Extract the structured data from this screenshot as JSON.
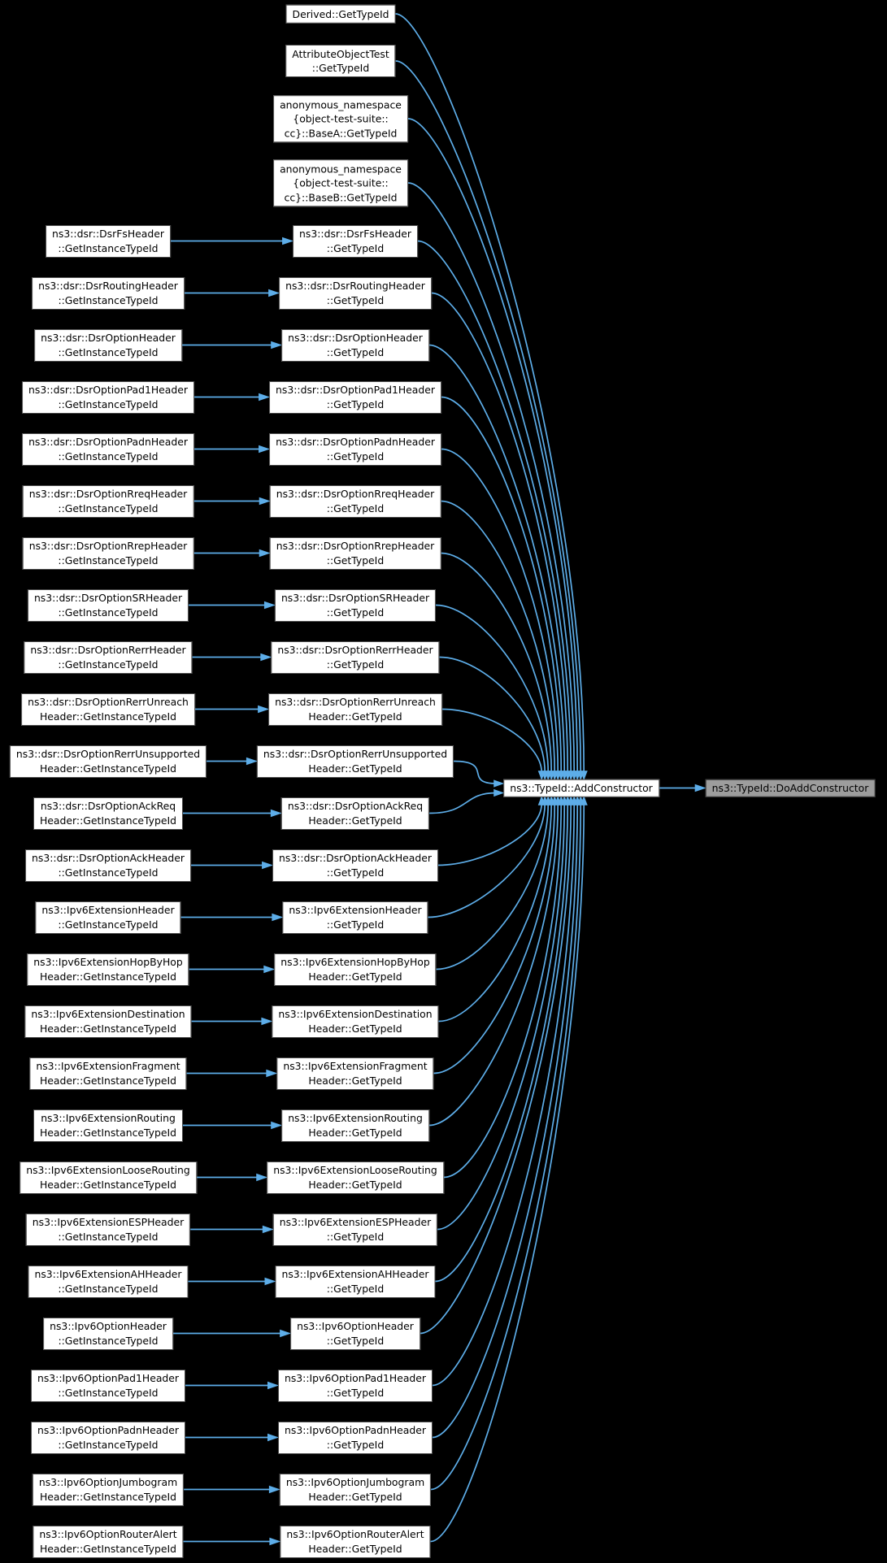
{
  "graph": {
    "colors": {
      "background": "#000000",
      "edge": "#5dade8",
      "node_fill": "#ffffff",
      "node_border": "#4b4b4b",
      "highlight_fill": "#9d9d9d",
      "text": "#000000"
    },
    "center_node": {
      "label": "ns3::TypeId::AddConstructor"
    },
    "target_node": {
      "label": "ns3::TypeId::DoAddConstructor"
    },
    "rows": [
      {
        "middle": "Derived::GetTypeId"
      },
      {
        "middle": "AttributeObjectTest\n::GetTypeId"
      },
      {
        "middle": "anonymous_namespace\n{object-test-suite::\ncc}::BaseA::GetTypeId"
      },
      {
        "middle": "anonymous_namespace\n{object-test-suite::\ncc}::BaseB::GetTypeId"
      },
      {
        "caller": "ns3::dsr::DsrFsHeader\n::GetInstanceTypeId",
        "middle": "ns3::dsr::DsrFsHeader\n::GetTypeId"
      },
      {
        "caller": "ns3::dsr::DsrRoutingHeader\n::GetInstanceTypeId",
        "middle": "ns3::dsr::DsrRoutingHeader\n::GetTypeId"
      },
      {
        "caller": "ns3::dsr::DsrOptionHeader\n::GetInstanceTypeId",
        "middle": "ns3::dsr::DsrOptionHeader\n::GetTypeId"
      },
      {
        "caller": "ns3::dsr::DsrOptionPad1Header\n::GetInstanceTypeId",
        "middle": "ns3::dsr::DsrOptionPad1Header\n::GetTypeId"
      },
      {
        "caller": "ns3::dsr::DsrOptionPadnHeader\n::GetInstanceTypeId",
        "middle": "ns3::dsr::DsrOptionPadnHeader\n::GetTypeId"
      },
      {
        "caller": "ns3::dsr::DsrOptionRreqHeader\n::GetInstanceTypeId",
        "middle": "ns3::dsr::DsrOptionRreqHeader\n::GetTypeId"
      },
      {
        "caller": "ns3::dsr::DsrOptionRrepHeader\n::GetInstanceTypeId",
        "middle": "ns3::dsr::DsrOptionRrepHeader\n::GetTypeId"
      },
      {
        "caller": "ns3::dsr::DsrOptionSRHeader\n::GetInstanceTypeId",
        "middle": "ns3::dsr::DsrOptionSRHeader\n::GetTypeId"
      },
      {
        "caller": "ns3::dsr::DsrOptionRerrHeader\n::GetInstanceTypeId",
        "middle": "ns3::dsr::DsrOptionRerrHeader\n::GetTypeId"
      },
      {
        "caller": "ns3::dsr::DsrOptionRerrUnreach\nHeader::GetInstanceTypeId",
        "middle": "ns3::dsr::DsrOptionRerrUnreach\nHeader::GetTypeId"
      },
      {
        "caller": "ns3::dsr::DsrOptionRerrUnsupported\nHeader::GetInstanceTypeId",
        "middle": "ns3::dsr::DsrOptionRerrUnsupported\nHeader::GetTypeId"
      },
      {
        "caller": "ns3::dsr::DsrOptionAckReq\nHeader::GetInstanceTypeId",
        "middle": "ns3::dsr::DsrOptionAckReq\nHeader::GetTypeId"
      },
      {
        "caller": "ns3::dsr::DsrOptionAckHeader\n::GetInstanceTypeId",
        "middle": "ns3::dsr::DsrOptionAckHeader\n::GetTypeId"
      },
      {
        "caller": "ns3::Ipv6ExtensionHeader\n::GetInstanceTypeId",
        "middle": "ns3::Ipv6ExtensionHeader\n::GetTypeId"
      },
      {
        "caller": "ns3::Ipv6ExtensionHopByHop\nHeader::GetInstanceTypeId",
        "middle": "ns3::Ipv6ExtensionHopByHop\nHeader::GetTypeId"
      },
      {
        "caller": "ns3::Ipv6ExtensionDestination\nHeader::GetInstanceTypeId",
        "middle": "ns3::Ipv6ExtensionDestination\nHeader::GetTypeId"
      },
      {
        "caller": "ns3::Ipv6ExtensionFragment\nHeader::GetInstanceTypeId",
        "middle": "ns3::Ipv6ExtensionFragment\nHeader::GetTypeId"
      },
      {
        "caller": "ns3::Ipv6ExtensionRouting\nHeader::GetInstanceTypeId",
        "middle": "ns3::Ipv6ExtensionRouting\nHeader::GetTypeId"
      },
      {
        "caller": "ns3::Ipv6ExtensionLooseRouting\nHeader::GetInstanceTypeId",
        "middle": "ns3::Ipv6ExtensionLooseRouting\nHeader::GetTypeId"
      },
      {
        "caller": "ns3::Ipv6ExtensionESPHeader\n::GetInstanceTypeId",
        "middle": "ns3::Ipv6ExtensionESPHeader\n::GetTypeId"
      },
      {
        "caller": "ns3::Ipv6ExtensionAHHeader\n::GetInstanceTypeId",
        "middle": "ns3::Ipv6ExtensionAHHeader\n::GetTypeId"
      },
      {
        "caller": "ns3::Ipv6OptionHeader\n::GetInstanceTypeId",
        "middle": "ns3::Ipv6OptionHeader\n::GetTypeId"
      },
      {
        "caller": "ns3::Ipv6OptionPad1Header\n::GetInstanceTypeId",
        "middle": "ns3::Ipv6OptionPad1Header\n::GetTypeId"
      },
      {
        "caller": "ns3::Ipv6OptionPadnHeader\n::GetInstanceTypeId",
        "middle": "ns3::Ipv6OptionPadnHeader\n::GetTypeId"
      },
      {
        "caller": "ns3::Ipv6OptionJumbogram\nHeader::GetInstanceTypeId",
        "middle": "ns3::Ipv6OptionJumbogram\nHeader::GetTypeId"
      },
      {
        "caller": "ns3::Ipv6OptionRouterAlert\nHeader::GetInstanceTypeId",
        "middle": "ns3::Ipv6OptionRouterAlert\nHeader::GetTypeId"
      }
    ]
  }
}
